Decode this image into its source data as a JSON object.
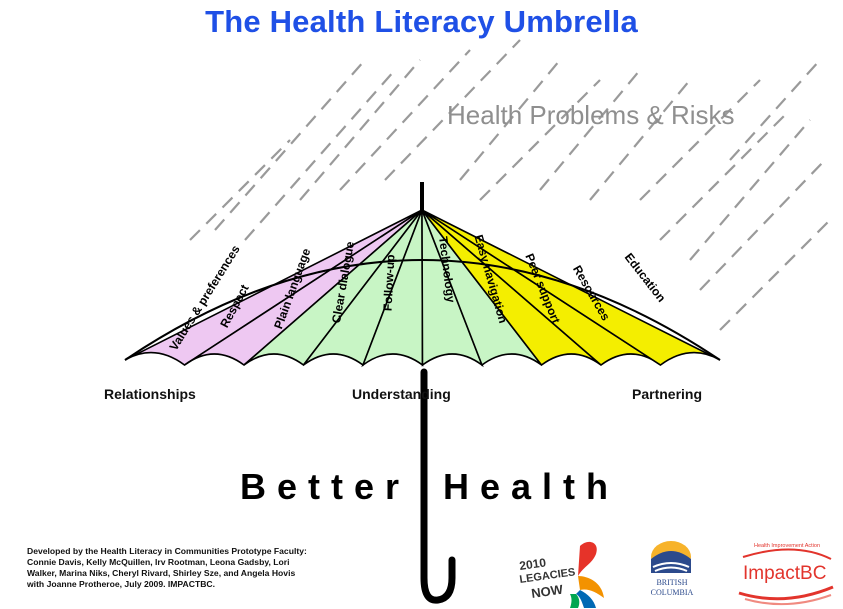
{
  "title": "The Health Literacy Umbrella",
  "risk_label": "Health Problems & Risks",
  "categories": {
    "relationships": "Relationships",
    "understanding": "Understanding",
    "partnering": "Partnering"
  },
  "panels": [
    {
      "label": "Values & preferences",
      "color": "#eec8f2"
    },
    {
      "label": "Respect",
      "color": "#eec8f2"
    },
    {
      "label": "Plain language",
      "color": "#c8f5c5"
    },
    {
      "label": "Clear dialogue",
      "color": "#c8f5c5"
    },
    {
      "label": "Follow-up",
      "color": "#c8f5c5"
    },
    {
      "label": "Technology",
      "color": "#c8f5c5"
    },
    {
      "label": "Easy navigation",
      "color": "#c8f5c5"
    },
    {
      "label": "Peer support",
      "color": "#f4ee00"
    },
    {
      "label": "Resources",
      "color": "#f4ee00"
    },
    {
      "label": "Education",
      "color": "#f4ee00"
    }
  ],
  "better_health": {
    "left": "Better",
    "right": "Health"
  },
  "credit_lines": [
    "Developed by the Health Literacy in Communities Prototype Faculty:",
    "Connie Davis, Kelly McQuillen, Irv Rootman, Leona Gadsby, Lori",
    "Walker, Marina Niks, Cheryl Rivard, Shirley Sze, and Angela Hovis",
    "with Joanne Protheroe, July 2009.  IMPACTBC."
  ],
  "logos": {
    "legacies": [
      "2010",
      "LEGACIES",
      "NOW"
    ],
    "bc": [
      "BRITISH",
      "COLUMBIA"
    ],
    "impact_small": "Health Improvement Action",
    "impact": "ImpactBC"
  },
  "colors": {
    "title": "#1f50e6",
    "rain": "#9a9a9a",
    "relationships": "#eec8f2",
    "understanding": "#c8f5c5",
    "partnering": "#f4ee00",
    "impact": "#e2342c"
  }
}
